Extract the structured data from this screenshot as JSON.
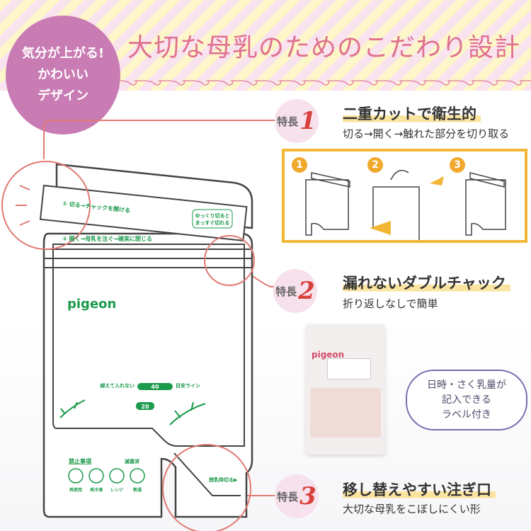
{
  "header": {
    "title": "大切な母乳のためのこだわり設計",
    "badge_lines": [
      "気分が上がる!",
      "かわいい",
      "デザイン"
    ]
  },
  "features": [
    {
      "badge_label": "特長",
      "number": "1",
      "heading": "二重カットで衛生的",
      "sub": "切る→開く→触れた部分を切り取る"
    },
    {
      "badge_label": "特長",
      "number": "2",
      "heading": "漏れないダブルチャック",
      "sub": "折り返しなしで簡単"
    },
    {
      "badge_label": "特長",
      "number": "3",
      "heading": "移し替えやすい注ぎ口",
      "sub": "大切な母乳をこぼしにくい形"
    }
  ],
  "steps": [
    "1",
    "2",
    "3"
  ],
  "bag": {
    "brand": "pigeon",
    "step1": "① 切る→チャックを開ける",
    "step2": "② 開く→母乳を注ぐ→確実に閉じる",
    "tip": [
      "ゆっくり切ると",
      "まっすぐ切れる"
    ],
    "limit_left": "越えて入れない",
    "line40": "40",
    "limit_right": "目安ライン",
    "line20": "20",
    "prohibited_title": "禁止事項",
    "sterilized": "滅菌済",
    "prohibited": [
      "再使用",
      "再冷凍",
      "レンジ",
      "熱湯"
    ],
    "cut_label": "授乳時切る▶"
  },
  "photo": {
    "brand": "pigeon"
  },
  "bubble": [
    "日時・さく乳量が",
    "記入できる",
    "ラベル付き"
  ],
  "colors": {
    "accent_pink": "#e0708f",
    "purple": "#c97bb3",
    "red_line": "#e07a72",
    "step_yellow": "#f3b634",
    "bag_green": "#1b9a4b"
  }
}
